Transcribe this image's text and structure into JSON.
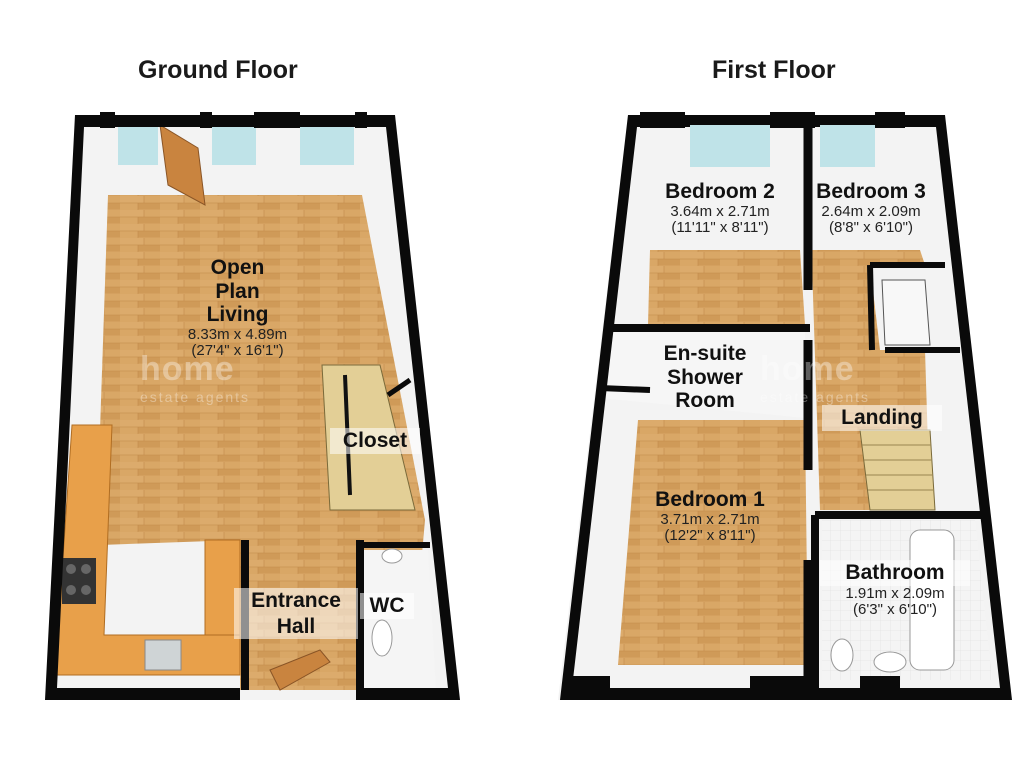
{
  "floors": [
    {
      "title": "Ground Floor",
      "rooms": [
        {
          "name": "Open Plan Living",
          "lines": [
            "Open",
            "Plan",
            "Living"
          ],
          "dims": [
            "8.33m x 4.89m",
            "(27'4\" x 16'1\")"
          ]
        },
        {
          "name": "Closet",
          "lines": [
            "Closet"
          ],
          "dims": []
        },
        {
          "name": "Entrance Hall",
          "lines": [
            "Entrance",
            "Hall"
          ],
          "dims": []
        },
        {
          "name": "WC",
          "lines": [
            "WC"
          ],
          "dims": []
        }
      ],
      "watermark": {
        "brand": "home",
        "tagline": "estate agents"
      }
    },
    {
      "title": "First Floor",
      "rooms": [
        {
          "name": "Bedroom 2",
          "lines": [
            "Bedroom 2"
          ],
          "dims": [
            "3.64m x 2.71m",
            "(11'11\" x 8'11\")"
          ]
        },
        {
          "name": "Bedroom 3",
          "lines": [
            "Bedroom 3"
          ],
          "dims": [
            "2.64m x 2.09m",
            "(8'8\" x 6'10\")"
          ]
        },
        {
          "name": "En-suite Shower Room",
          "lines": [
            "En-suite",
            "Shower",
            "Room"
          ],
          "dims": []
        },
        {
          "name": "Landing",
          "lines": [
            "Landing"
          ],
          "dims": []
        },
        {
          "name": "Bedroom 1",
          "lines": [
            "Bedroom 1"
          ],
          "dims": [
            "3.71m x 2.71m",
            "(12'2\" x 8'11\")"
          ]
        },
        {
          "name": "Bathroom",
          "lines": [
            "Bathroom"
          ],
          "dims": [
            "1.91m x 2.09m",
            "(6'3\" x 6'10\")"
          ]
        }
      ],
      "watermark": {
        "brand": "home",
        "tagline": "estate agents"
      }
    }
  ],
  "colors": {
    "wall": "#0a0a0a",
    "floor_wood": "#d9a766",
    "floor_wood_dark": "#c48d4c",
    "wall_face": "#f2f2f2",
    "window": "#bfe3e8",
    "counter": "#e8a04a"
  }
}
